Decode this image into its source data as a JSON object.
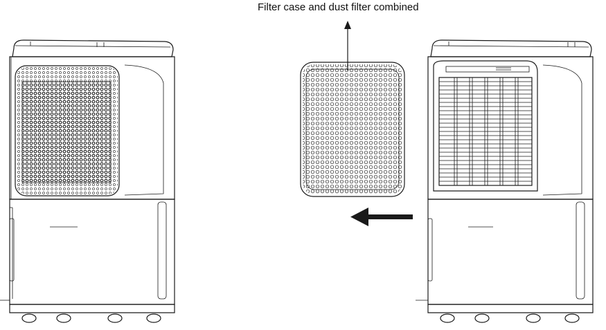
{
  "caption": "Filter case and dust filter combined",
  "colors": {
    "line": "#1a1a1a",
    "background": "#ffffff"
  },
  "figures": [
    {
      "name": "dehumidifier-with-filter-installed"
    },
    {
      "name": "filter-case-with-dust-filter"
    },
    {
      "name": "dehumidifier-with-filter-removed"
    }
  ],
  "arrows": [
    {
      "name": "callout-arrow-up",
      "meaning": "points to caption"
    },
    {
      "name": "removal-direction-arrow",
      "meaning": "filter slides out to the left"
    }
  ]
}
